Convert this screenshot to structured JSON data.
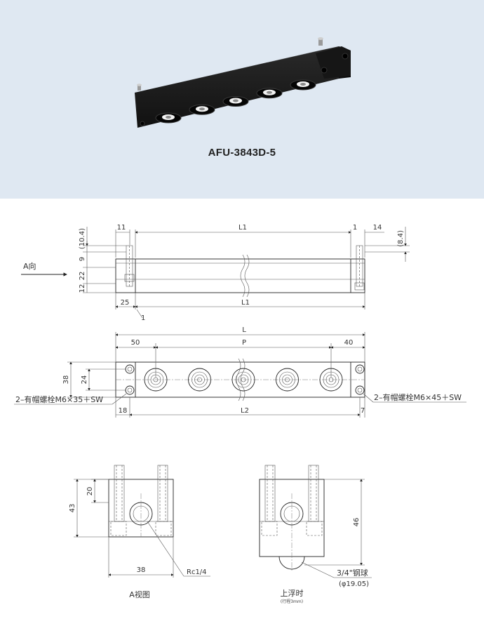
{
  "photo": {
    "model": "AFU-3843D-5",
    "roller_count": 5,
    "colors": {
      "background": "#dfe8f2",
      "body": "#1b1b1b",
      "accent_ring": "#f2f2f2"
    }
  },
  "side_view": {
    "dims": {
      "top_overall": "(10.4)",
      "h9": "9",
      "h22": "22",
      "h12": "12",
      "left_pin_offset": "11",
      "L1_top": "L1",
      "gap_1_right": "1",
      "right_offset": "14",
      "right_overall": "(8.4)",
      "left_25": "25",
      "L1_bottom": "L1",
      "gap_1_bottom": "1"
    },
    "arrow_label": "A向"
  },
  "top_view": {
    "dims": {
      "L": "L",
      "left_50": "50",
      "P": "P",
      "right_40": "40",
      "h38": "38",
      "h24": "24",
      "left_18": "18",
      "L2": "L2",
      "right_7": "7"
    },
    "left_callout": "2–有帽螺栓M6×35＋SW",
    "right_callout": "2–有帽螺栓M6×45＋SW"
  },
  "end_view_a": {
    "dims": {
      "h43": "43",
      "h20": "20",
      "w38": "38"
    },
    "port_label": "Rc1/4",
    "caption": "A视图"
  },
  "end_view_float": {
    "dims": {
      "h46": "46"
    },
    "ball_label": "3/4\"钢球",
    "ball_dia": "(φ19.05)",
    "caption": "上浮时",
    "sub_caption": "(行程3mm)"
  }
}
